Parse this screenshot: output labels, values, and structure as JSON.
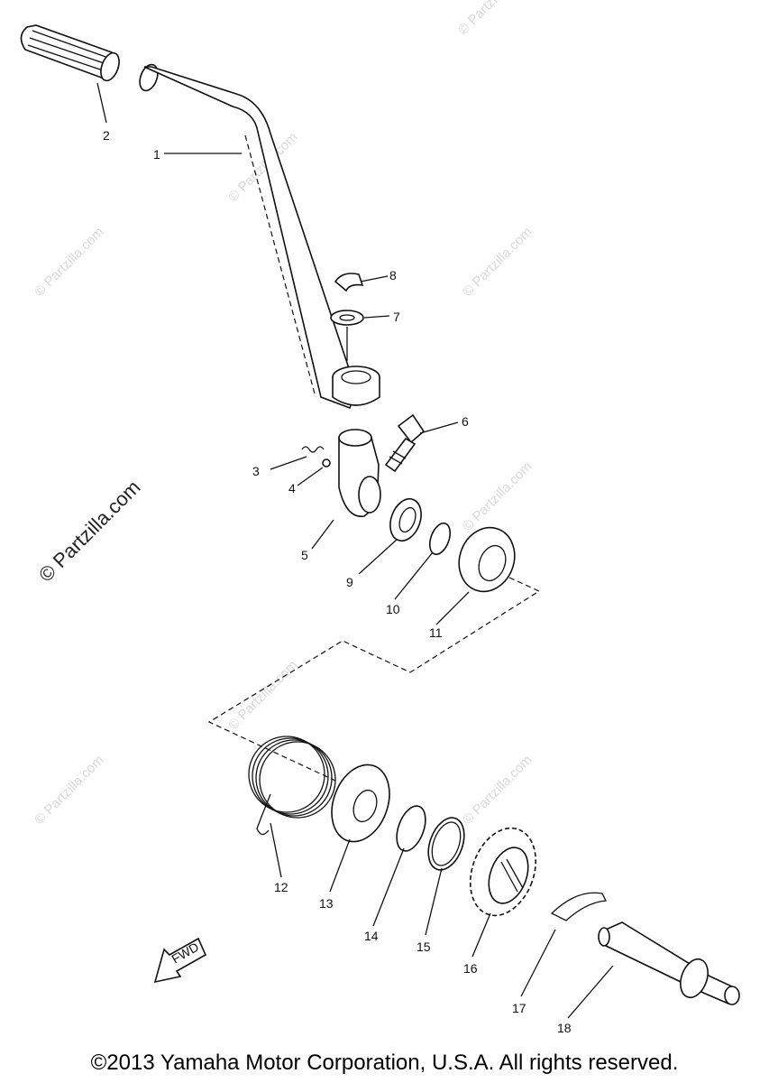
{
  "watermarks": [
    "© Partzilla.com",
    "© Partzilla.com",
    "© Partzilla.com",
    "© Partzilla.com",
    "© Partzilla.com",
    "© Partzilla.com",
    "© Partzilla.com",
    "© Partzilla.com"
  ],
  "main_watermark": "© Partzilla.com",
  "copyright": "©2013 Yamaha Motor Corporation, U.S.A. All rights reserved.",
  "fwd_label": "FWD",
  "callouts": {
    "c1": "1",
    "c2": "2",
    "c3": "3",
    "c4": "4",
    "c5": "5",
    "c6": "6",
    "c7": "7",
    "c8": "8",
    "c9": "9",
    "c10": "10",
    "c11": "11",
    "c12": "12",
    "c13": "13",
    "c14": "14",
    "c15": "15",
    "c16": "16",
    "c17": "17",
    "c18": "18"
  }
}
